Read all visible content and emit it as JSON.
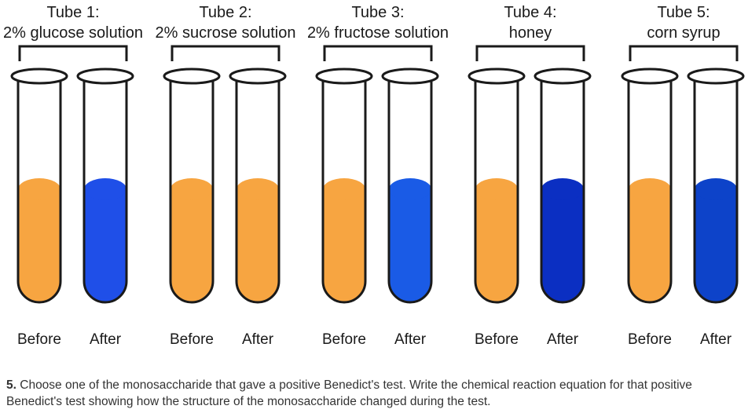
{
  "colors": {
    "orange": "#F7A541",
    "glass_outline": "#1a1a1a"
  },
  "groups": [
    {
      "title": "Tube 1:",
      "subtitle": "2% glucose solution",
      "before_label": "Before",
      "after_label": "After",
      "before_color": "#F7A541",
      "after_color": "#1F4FE8"
    },
    {
      "title": "Tube 2:",
      "subtitle": "2% sucrose solution",
      "before_label": "Before",
      "after_label": "After",
      "before_color": "#F7A541",
      "after_color": "#F7A541"
    },
    {
      "title": "Tube 3:",
      "subtitle": "2% fructose solution",
      "before_label": "Before",
      "after_label": "After",
      "before_color": "#F7A541",
      "after_color": "#1A5BE6"
    },
    {
      "title": "Tube 4:",
      "subtitle": "honey",
      "before_label": "Before",
      "after_label": "After",
      "before_color": "#F7A541",
      "after_color": "#0B2FC2"
    },
    {
      "title": "Tube 5:",
      "subtitle": "corn syrup",
      "before_label": "Before",
      "after_label": "After",
      "before_color": "#F7A541",
      "after_color": "#0D43C9"
    }
  ],
  "question": {
    "number": "5.",
    "text": "Choose one of the monosaccharide that gave a positive Benedict's test. Write the chemical reaction equation for that positive Benedict's test showing how the structure of the monosaccharide changed during the test."
  }
}
